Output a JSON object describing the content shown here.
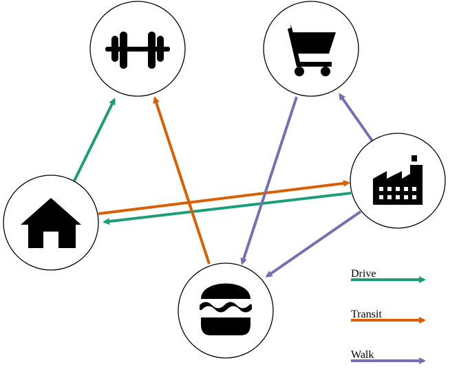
{
  "nodes": [
    {
      "id": "gym",
      "icon": "dumbbell-icon"
    },
    {
      "id": "shop",
      "icon": "shopping-cart-icon"
    },
    {
      "id": "home",
      "icon": "house-icon"
    },
    {
      "id": "factory",
      "icon": "factory-icon"
    },
    {
      "id": "food",
      "icon": "burger-icon"
    }
  ],
  "edges": [
    {
      "from": "home",
      "to": "gym",
      "mode": "drive"
    },
    {
      "from": "factory",
      "to": "home",
      "mode": "drive"
    },
    {
      "from": "food",
      "to": "gym",
      "mode": "transit"
    },
    {
      "from": "home",
      "to": "factory",
      "mode": "transit"
    },
    {
      "from": "shop",
      "to": "food",
      "mode": "walk"
    },
    {
      "from": "factory",
      "to": "shop",
      "mode": "walk"
    },
    {
      "from": "factory",
      "to": "food",
      "mode": "walk"
    }
  ],
  "legend": {
    "items": [
      {
        "mode": "drive",
        "label": "Drive",
        "color": "#1b9e77"
      },
      {
        "mode": "transit",
        "label": "Transit",
        "color": "#d95f02"
      },
      {
        "mode": "walk",
        "label": "Walk",
        "color": "#7570b3"
      }
    ]
  }
}
